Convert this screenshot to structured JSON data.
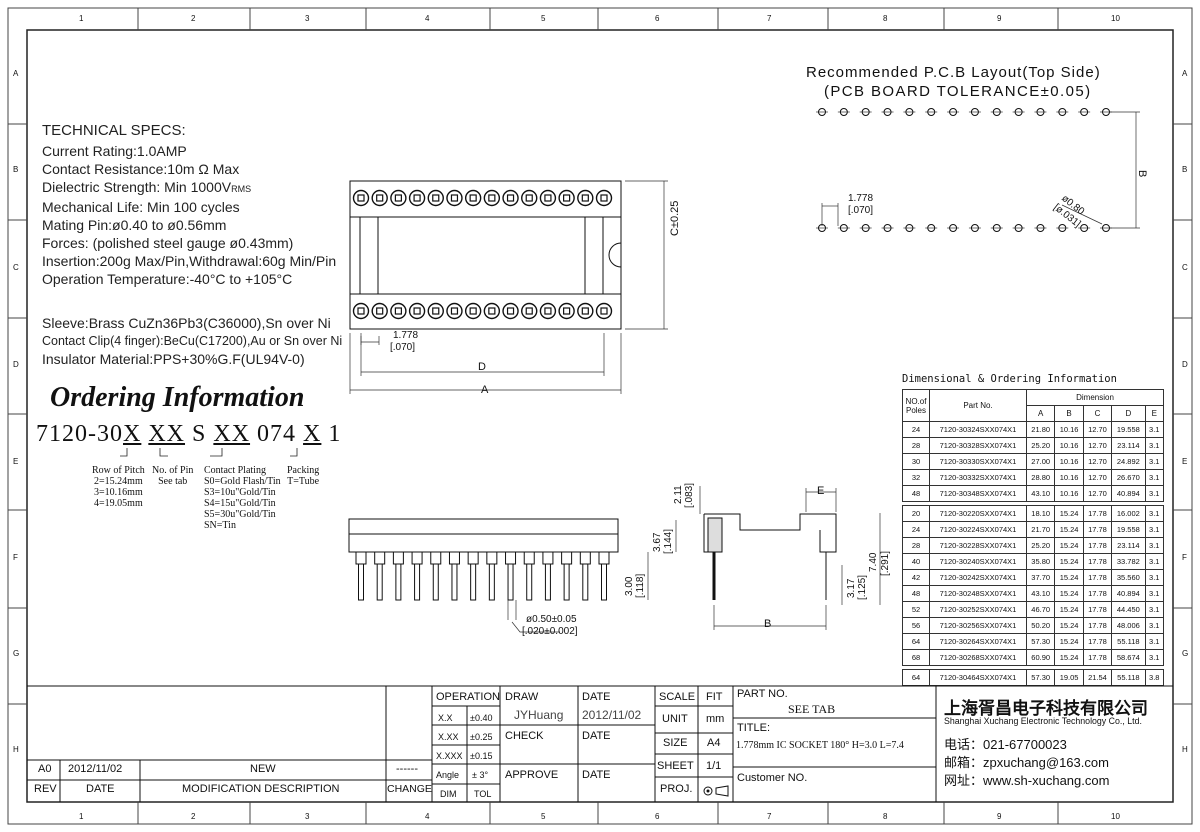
{
  "grid": {
    "cols": [
      "1",
      "2",
      "3",
      "4",
      "5",
      "6",
      "7",
      "8",
      "9",
      "10"
    ],
    "rows": [
      "A",
      "B",
      "C",
      "D",
      "E",
      "F",
      "G",
      "H"
    ]
  },
  "specs": {
    "heading": "TECHNICAL SPECS:",
    "lines": [
      "Current Rating:1.0AMP",
      "Contact Resistance:10m Ω Max",
      "Dielectric Strength: Min 1000V",
      "Mechanical Life: Min 100 cycles",
      "Mating Pin:ø0.40 to ø0.56mm",
      "Forces: (polished steel gauge ø0.43mm)",
      "Insertion:200g Max/Pin,Withdrawal:60g Min/Pin",
      "Operation Temperature:-40°C to +105°C"
    ],
    "rms": "RMS",
    "materials": [
      "Sleeve:Brass CuZn36Pb3(C36000),Sn over Ni",
      "Contact Clip(4 finger):BeCu(C17200),Au or Sn over Ni",
      "Insulator Material:PPS+30%G.F(UL94V-0)"
    ]
  },
  "ordering": {
    "title": "Ordering Information",
    "code_parts": [
      "7120-30",
      "X",
      " ",
      "XX",
      " S ",
      "XX",
      " 074 ",
      "X",
      " 1"
    ],
    "groups": [
      {
        "head": "Row of Pitch",
        "lines": [
          "2=15.24mm",
          "3=10.16mm",
          "4=19.05mm"
        ]
      },
      {
        "head": "No. of Pin",
        "lines": [
          "See tab"
        ]
      },
      {
        "head": "Contact Plating",
        "lines": [
          "S0=Gold Flash/Tin",
          "S3=10u\"Gold/Tin",
          "S4=15u\"Gold/Tin",
          "S5=30u\"Gold/Tin",
          "SN=Tin"
        ]
      },
      {
        "head": "Packing",
        "lines": [
          "T=Tube"
        ]
      }
    ]
  },
  "pcb": {
    "title": "Recommended P.C.B Layout(Top Side)",
    "subtitle": "(PCB BOARD TOLERANCE±0.05)",
    "pitch": "1.778",
    "pitch_in": "[.070]",
    "hole": "ø0.80",
    "hole_in": "[ø.031]",
    "b_label": "B"
  },
  "drawing": {
    "pitch": "1.778",
    "pitch_in": "[.070]",
    "c_label": "C±0.25",
    "d_label": "D",
    "a_label": "A",
    "e_label": "E",
    "b_label": "B",
    "h211": "2.11",
    "h211_in": "[.083]",
    "h367": "3.67",
    "h367_in": "[.144]",
    "h300": "3.00",
    "h300_in": "[.118]",
    "h317": "3.17",
    "h317_in": "[.125]",
    "h740": "7.40",
    "h740_in": "[.291]",
    "pin_d": "ø0.50±0.05",
    "pin_d_in": "[.020±0.002]"
  },
  "table": {
    "title": "Dimensional & Ordering Information",
    "head_poles": "NO.of Poles",
    "head_part": "Part No.",
    "head_dim": "Dimension",
    "cols": [
      "A",
      "B",
      "C",
      "D",
      "E"
    ],
    "groups": [
      [
        [
          "24",
          "7120-30324SXX074X1",
          "21.80",
          "10.16",
          "12.70",
          "19.558",
          "3.1"
        ],
        [
          "28",
          "7120-30328SXX074X1",
          "25.20",
          "10.16",
          "12.70",
          "23.114",
          "3.1"
        ],
        [
          "30",
          "7120-30330SXX074X1",
          "27.00",
          "10.16",
          "12.70",
          "24.892",
          "3.1"
        ],
        [
          "32",
          "7120-30332SXX074X1",
          "28.80",
          "10.16",
          "12.70",
          "26.670",
          "3.1"
        ],
        [
          "48",
          "7120-30348SXX074X1",
          "43.10",
          "10.16",
          "12.70",
          "40.894",
          "3.1"
        ]
      ],
      [
        [
          "20",
          "7120-30220SXX074X1",
          "18.10",
          "15.24",
          "17.78",
          "16.002",
          "3.1"
        ],
        [
          "24",
          "7120-30224SXX074X1",
          "21.70",
          "15.24",
          "17.78",
          "19.558",
          "3.1"
        ],
        [
          "28",
          "7120-30228SXX074X1",
          "25.20",
          "15.24",
          "17.78",
          "23.114",
          "3.1"
        ],
        [
          "40",
          "7120-30240SXX074X1",
          "35.80",
          "15.24",
          "17.78",
          "33.782",
          "3.1"
        ],
        [
          "42",
          "7120-30242SXX074X1",
          "37.70",
          "15.24",
          "17.78",
          "35.560",
          "3.1"
        ],
        [
          "48",
          "7120-30248SXX074X1",
          "43.10",
          "15.24",
          "17.78",
          "40.894",
          "3.1"
        ],
        [
          "52",
          "7120-30252SXX074X1",
          "46.70",
          "15.24",
          "17.78",
          "44.450",
          "3.1"
        ],
        [
          "56",
          "7120-30256SXX074X1",
          "50.20",
          "15.24",
          "17.78",
          "48.006",
          "3.1"
        ],
        [
          "64",
          "7120-30264SXX074X1",
          "57.30",
          "15.24",
          "17.78",
          "55.118",
          "3.1"
        ],
        [
          "68",
          "7120-30268SXX074X1",
          "60.90",
          "15.24",
          "17.78",
          "58.674",
          "3.1"
        ]
      ],
      [
        [
          "64",
          "7120-30464SXX074X1",
          "57.30",
          "19.05",
          "21.54",
          "55.118",
          "3.8"
        ]
      ]
    ]
  },
  "titleblock": {
    "rev_row": {
      "rev": "A0",
      "date": "2012/11/02",
      "desc": "NEW",
      "change": "------"
    },
    "headers": {
      "rev": "REV",
      "date": "DATE",
      "desc": "MODIFICATION DESCRIPTION",
      "change": "CHANGE"
    },
    "operation": "OPERATION",
    "tol": [
      [
        "X.X",
        "±0.40"
      ],
      [
        "X.XX",
        "±0.25"
      ],
      [
        "X.XXX",
        "±0.15"
      ],
      [
        "Angle",
        "± 3°"
      ]
    ],
    "dim": "DIM",
    "tol_label": "TOL",
    "draw": "DRAW",
    "drawer": "JYHuang",
    "draw_date_label": "DATE",
    "draw_date": "2012/11/02",
    "check": "CHECK",
    "check_date": "DATE",
    "approve": "APPROVE",
    "approve_date": "DATE",
    "scale": "SCALE",
    "fit": "FIT",
    "unit": "UNIT",
    "mm": "mm",
    "size": "SIZE",
    "a4": "A4",
    "sheet": "SHEET",
    "sheet_val": "1/1",
    "proj": "PROJ.",
    "part_no": "PART NO.",
    "see_tab": "SEE TAB",
    "title": "TITLE:",
    "title_val": "1.778mm IC SOCKET 180° H=3.0 L=7.4",
    "customer": "Customer NO."
  },
  "company": {
    "name_cn": "上海胥昌电子科技有限公司",
    "name_en": "Shanghai Xuchang Electronic Technology Co., Ltd.",
    "phone": "电话：021-67700023",
    "email": "邮箱：zpxuchang@163.com",
    "web": "网址：www.sh-xuchang.com"
  }
}
